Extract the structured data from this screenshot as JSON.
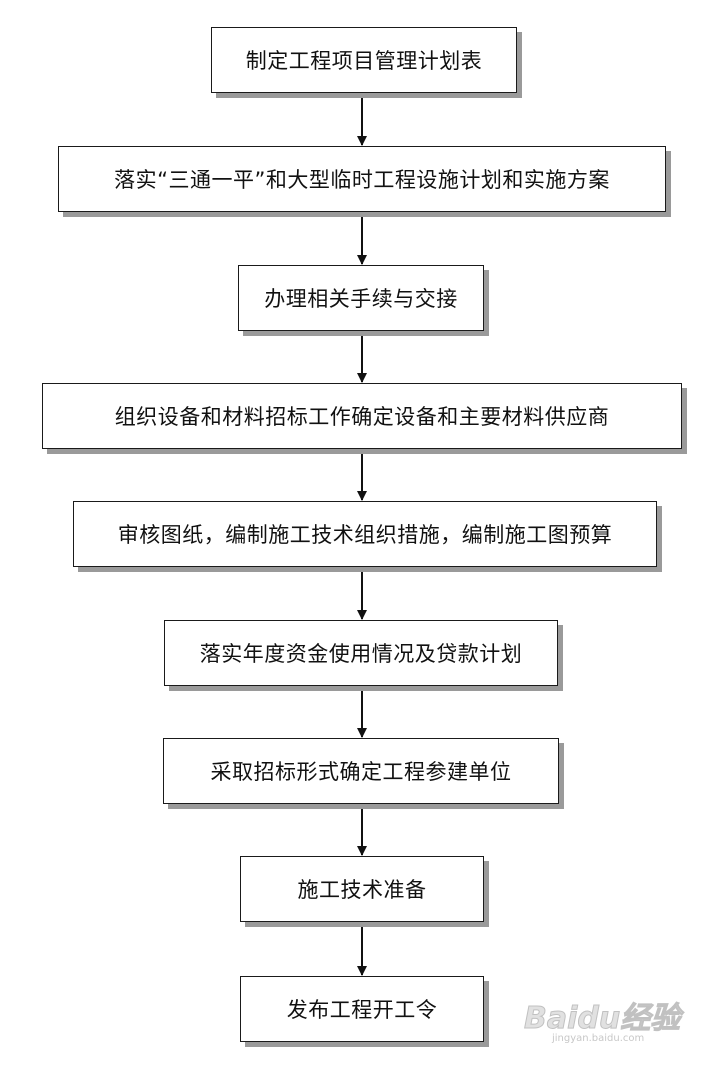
{
  "steps": [
    {
      "id": "s1",
      "label": "制定工程项目管理计划表"
    },
    {
      "id": "s2",
      "label": "落实“三通一平”和大型临时工程设施计划和实施方案"
    },
    {
      "id": "s3",
      "label": "办理相关手续与交接"
    },
    {
      "id": "s4",
      "label": "组织设备和材料招标工作确定设备和主要材料供应商"
    },
    {
      "id": "s5",
      "label": "审核图纸，编制施工技术组织措施，编制施工图预算"
    },
    {
      "id": "s6",
      "label": "落实年度资金使用情况及贷款计划"
    },
    {
      "id": "s7",
      "label": "采取招标形式确定工程参建单位"
    },
    {
      "id": "s8",
      "label": "施工技术准备"
    },
    {
      "id": "s9",
      "label": "发布工程开工令"
    }
  ],
  "connectors": [
    {
      "from": "s1",
      "to": "s2"
    },
    {
      "from": "s2",
      "to": "s3"
    },
    {
      "from": "s3",
      "to": "s4"
    },
    {
      "from": "s4",
      "to": "s5"
    },
    {
      "from": "s5",
      "to": "s6"
    },
    {
      "from": "s6",
      "to": "s7"
    },
    {
      "from": "s7",
      "to": "s8"
    },
    {
      "from": "s8",
      "to": "s9"
    }
  ],
  "watermark": {
    "logo": "Baidu经验",
    "url": "jingyan.baidu.com"
  }
}
